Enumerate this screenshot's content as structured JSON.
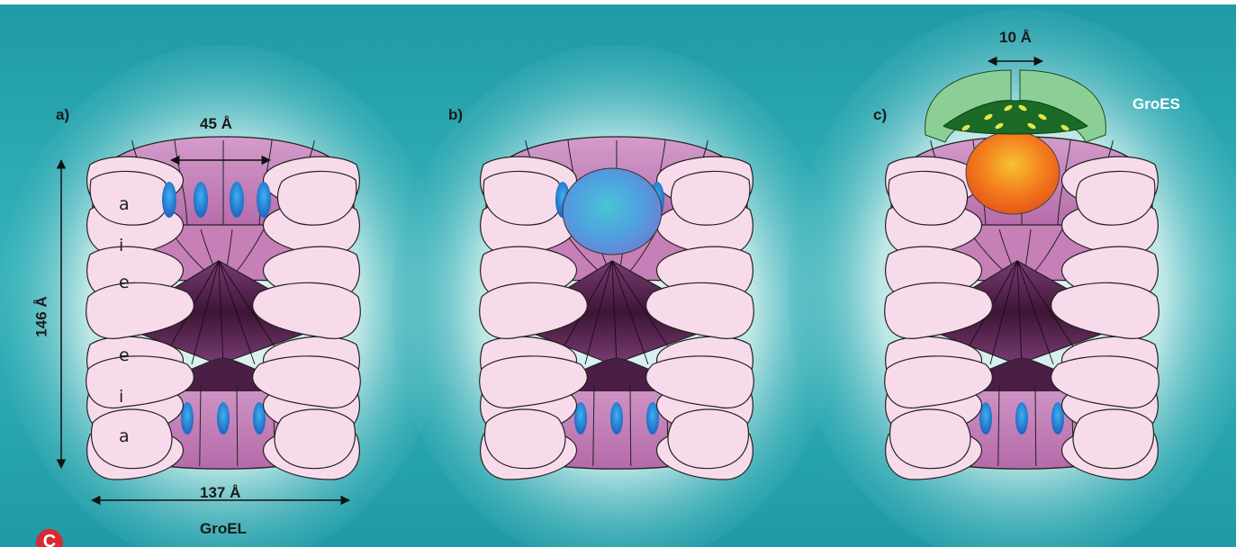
{
  "panels": [
    {
      "id": "a",
      "label": "a)"
    },
    {
      "id": "b",
      "label": "b)"
    },
    {
      "id": "c",
      "label": "c)"
    }
  ],
  "domain_letters": [
    "a",
    "i",
    "e",
    "e",
    "i",
    "a"
  ],
  "measurements": {
    "top_opening": "45 Å",
    "height": "146 Å",
    "width": "137 Å",
    "groes_gap": "10 Å"
  },
  "names": {
    "groel": "GroEL",
    "groes": "GroES"
  },
  "logo_text": "C",
  "colors": {
    "background": "#2aa9b4",
    "glow": "#dcf3f2",
    "domain_fill": "#f8dbea",
    "cavity_fill": "#c77fb8",
    "dark_cavity": "#4a1e45",
    "blue_ellipses": "#1f79c8",
    "substrate_blue": "#4fa9de",
    "substrate_orange": "#f37b1c",
    "groes_green": "#8ccf96",
    "groes_dark": "#1b6a26"
  }
}
